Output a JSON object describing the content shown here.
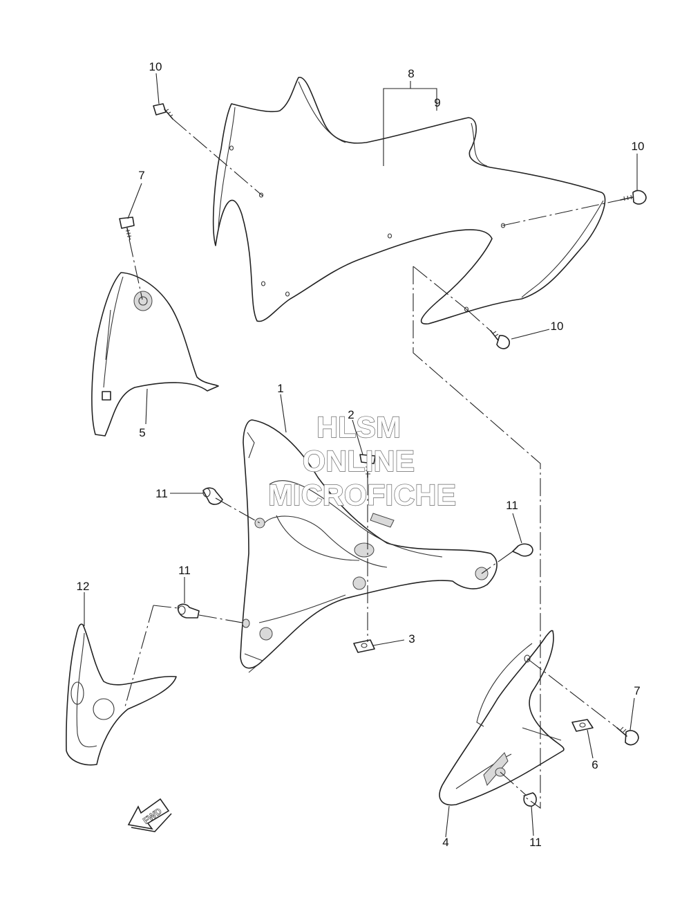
{
  "watermark": {
    "line1": "HLSM",
    "line2": "ONLINE",
    "line3": "MICROFICHE"
  },
  "direction_badge": "FWD",
  "callouts": {
    "c1": "1",
    "c2": "2",
    "c3": "3",
    "c4": "4",
    "c5": "5",
    "c6": "6",
    "c7a": "7",
    "c7b": "7",
    "c8": "8",
    "c9": "9",
    "c10a": "10",
    "c10b": "10",
    "c10c": "10",
    "c11a": "11",
    "c11b": "11",
    "c11c": "11",
    "c11d": "11",
    "c12": "12"
  }
}
